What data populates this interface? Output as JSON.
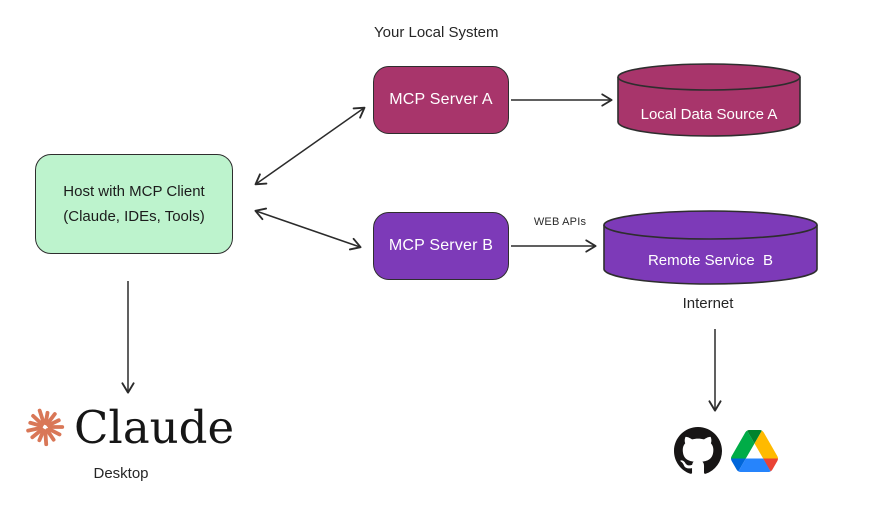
{
  "labels": {
    "local_system": "Your Local System",
    "web_apis": "WEB APIs",
    "internet": "Internet"
  },
  "nodes": {
    "host": {
      "line1": "Host with MCP Client",
      "line2": "(Claude, IDEs, Tools)",
      "fill": "#bdf3cd"
    },
    "server_a": {
      "label": "MCP Server A",
      "fill": "#a8356b"
    },
    "server_b": {
      "label": "MCP Server B",
      "fill": "#7d3ab8"
    },
    "data_source_a": {
      "label": "Local Data Source A",
      "fill": "#a8356b"
    },
    "remote_service_b": {
      "label": "Remote Service  B",
      "fill": "#7d3ab8"
    }
  },
  "claude": {
    "wordmark": "Claude",
    "caption": "Desktop",
    "starburst_color": "#d97757"
  },
  "icons": {
    "github": "github-logo",
    "google_drive": "google-drive-logo"
  },
  "colors": {
    "stroke": "#2b2b2b",
    "pink": "#a8356b",
    "purple": "#7d3ab8",
    "green": "#bdf3cd"
  }
}
